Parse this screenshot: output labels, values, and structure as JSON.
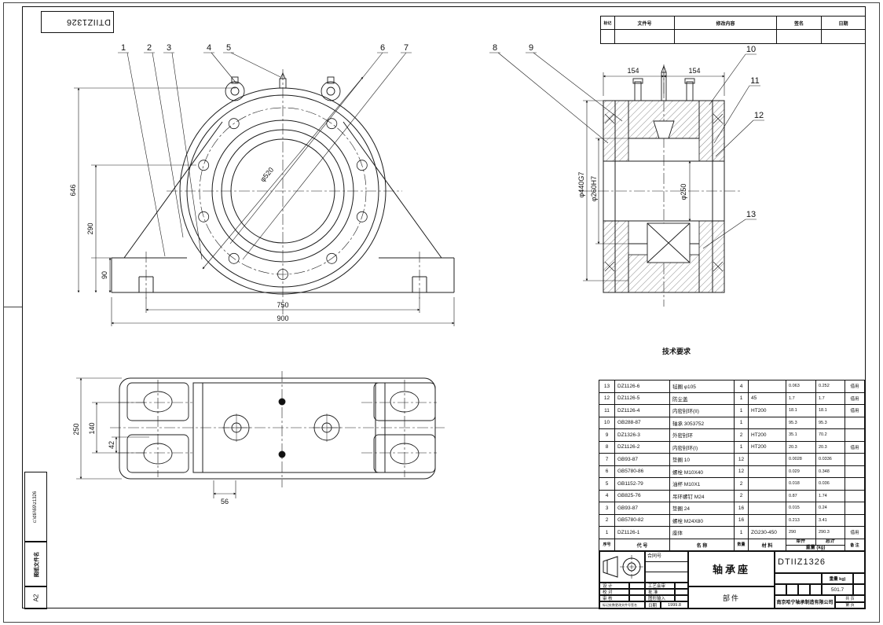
{
  "sheet": {
    "format": "A2",
    "file_name_label": "图纸文件名",
    "file_path": "c:\\dtii\\69\\z1326",
    "corner_no": "DTIIZ1326"
  },
  "revision": {
    "col_mark": "标记",
    "col_doc": "文件号",
    "col_content": "修改内容",
    "col_sign": "签名",
    "col_date": "日期"
  },
  "views": {
    "tech_req": "技术要求",
    "front": {
      "d646": "646",
      "d290": "290",
      "d90": "90",
      "d750": "750",
      "d900": "900",
      "bore": "φ520",
      "balloons": [
        "1",
        "2",
        "3",
        "4",
        "5",
        "6",
        "7"
      ]
    },
    "side": {
      "d154a": "154",
      "d154b": "154",
      "outer": "φ440G7",
      "mid": "φ260H7",
      "inner": "φ250",
      "balloons": [
        "8",
        "9",
        "10",
        "11",
        "12",
        "13"
      ]
    },
    "plan": {
      "d250": "250",
      "d140": "140",
      "d42": "42",
      "d56": "56"
    }
  },
  "bom": {
    "headers": {
      "no": "序号",
      "code": "代  号",
      "name": "名  称",
      "qty": "数量",
      "material": "材  料",
      "unit": "单件",
      "total": "总计",
      "weight": "重量 (kg)",
      "remark": "备 注"
    },
    "rows": [
      {
        "no": "13",
        "code": "DZ1126-6",
        "name": "毡圈  φ105",
        "qty": "4",
        "material": "",
        "unit": "0.063",
        "total": "0.252",
        "remark": "借用"
      },
      {
        "no": "12",
        "code": "DZ1126-5",
        "name": "防尘盖",
        "qty": "1",
        "material": "45",
        "unit": "1.7",
        "total": "1.7",
        "remark": "借用"
      },
      {
        "no": "11",
        "code": "DZ1126-4",
        "name": "内密封环(II)",
        "qty": "1",
        "material": "HT200",
        "unit": "18.1",
        "total": "18.1",
        "remark": "借用"
      },
      {
        "no": "10",
        "code": "GB288-87",
        "name": "轴承  3053752",
        "qty": "1",
        "material": "",
        "unit": "95.3",
        "total": "95.3",
        "remark": ""
      },
      {
        "no": "9",
        "code": "DZ1326-3",
        "name": "外密封环",
        "qty": "2",
        "material": "HT200",
        "unit": "35.1",
        "total": "70.2",
        "remark": ""
      },
      {
        "no": "8",
        "code": "DZ1126-2",
        "name": "内密封环(I)",
        "qty": "1",
        "material": "HT200",
        "unit": "20.3",
        "total": "20.3",
        "remark": "借用"
      },
      {
        "no": "7",
        "code": "GB93-87",
        "name": "垫圈  10",
        "qty": "12",
        "material": "",
        "unit": "0.0028",
        "total": "0.0336",
        "remark": ""
      },
      {
        "no": "6",
        "code": "GB5780-86",
        "name": "螺栓  M10X40",
        "qty": "12",
        "material": "",
        "unit": "0.029",
        "total": "0.348",
        "remark": ""
      },
      {
        "no": "5",
        "code": "GB1152-79",
        "name": "油杯  M10X1",
        "qty": "2",
        "material": "",
        "unit": "0.018",
        "total": "0.036",
        "remark": ""
      },
      {
        "no": "4",
        "code": "GB825-76",
        "name": "吊环螺钉 M24",
        "qty": "2",
        "material": "",
        "unit": "0.87",
        "total": "1.74",
        "remark": ""
      },
      {
        "no": "3",
        "code": "GB93-87",
        "name": "垫圈  24",
        "qty": "16",
        "material": "",
        "unit": "0.015",
        "total": "0.24",
        "remark": ""
      },
      {
        "no": "2",
        "code": "GB5780-82",
        "name": "螺栓  M24X80",
        "qty": "16",
        "material": "",
        "unit": "0.213",
        "total": "3.41",
        "remark": ""
      },
      {
        "no": "1",
        "code": "DZ1126-1",
        "name": "座体",
        "qty": "1",
        "material": "ZG230-450",
        "unit": "290",
        "total": "290.3",
        "remark": "借用"
      }
    ]
  },
  "title_block": {
    "contract_label": "合同号",
    "design_label": "设 计",
    "check_label": "校 对",
    "review_label": "审 核",
    "process_label": "工艺会审",
    "approve_label": "批 准",
    "input_label": "图形输入",
    "mark_row": "标记处数更改文件号签名",
    "date_label": "日期",
    "date_value": "1999.8",
    "part_name": "轴承座",
    "part_type": "部件",
    "drawing_no": "DTIIZ1326",
    "weight_label": "重量 kg)",
    "weight_value": "501.7",
    "company": "南京哈宁轴承制造有限公司",
    "sheets_total_label": "共  页",
    "sheet_no_label": "第  页"
  }
}
